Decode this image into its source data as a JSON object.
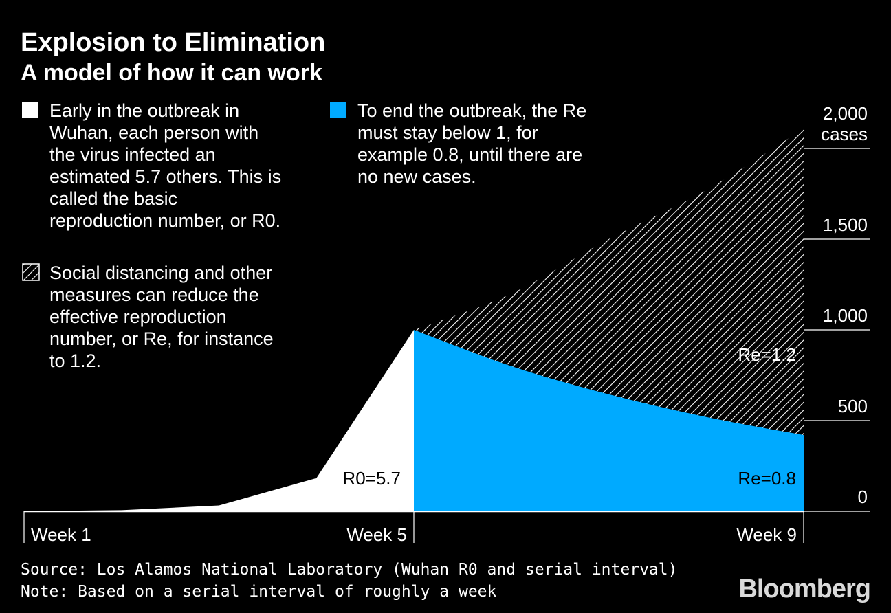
{
  "title": "Explosion to Elimination",
  "subtitle": "A model of how it can work",
  "annotations": {
    "r0_text": [
      "Early in the outbreak in",
      "Wuhan, each person with",
      "the virus infected an",
      "estimated 5.7 others. This is",
      "called the basic",
      "reproduction number, or R0."
    ],
    "re12_text": [
      "Social distancing and other",
      "measures can reduce the",
      "effective reproduction",
      "number, or Re, for instance",
      "to 1.2."
    ],
    "re08_text": [
      "To end the outbreak, the Re",
      "must stay below 1, for",
      "example 0.8, until there are",
      "no new cases."
    ]
  },
  "colors": {
    "background": "#000000",
    "r0_area": "#ffffff",
    "re08_area": "#00aaff",
    "hatch": "#ffffff",
    "text": "#ffffff"
  },
  "chart_data": {
    "type": "area",
    "x_ticks": [
      {
        "x": 1,
        "label": "Week 1"
      },
      {
        "x": 5,
        "label": "Week 5"
      },
      {
        "x": 9,
        "label": "Week 9"
      }
    ],
    "y_ticks": [
      {
        "v": 0,
        "label": "0"
      },
      {
        "v": 500,
        "label": "500"
      },
      {
        "v": 1000,
        "label": "1,000"
      },
      {
        "v": 1500,
        "label": "1,500"
      },
      {
        "v": 2000,
        "label": "2,000"
      }
    ],
    "y_unit": "cases",
    "ylim": [
      0,
      2000
    ],
    "xlim": [
      1,
      9
    ],
    "series": [
      {
        "name": "R0=5.7",
        "x": [
          1,
          2,
          3,
          4,
          5
        ],
        "y": [
          1,
          6,
          32,
          183,
          1000
        ]
      },
      {
        "name": "Re=1.2",
        "x": [
          5,
          6,
          7,
          8,
          9
        ],
        "y": [
          1000,
          1200,
          1500,
          1770,
          2110
        ]
      },
      {
        "name": "Re=0.8",
        "x": [
          5,
          6,
          7,
          8,
          9
        ],
        "y": [
          1000,
          800,
          645,
          520,
          420
        ]
      }
    ]
  },
  "source": "Source: Los Alamos National Laboratory (Wuhan R0 and serial interval)",
  "note": "Note: Based on a serial interval of roughly a week",
  "brand": "Bloomberg"
}
